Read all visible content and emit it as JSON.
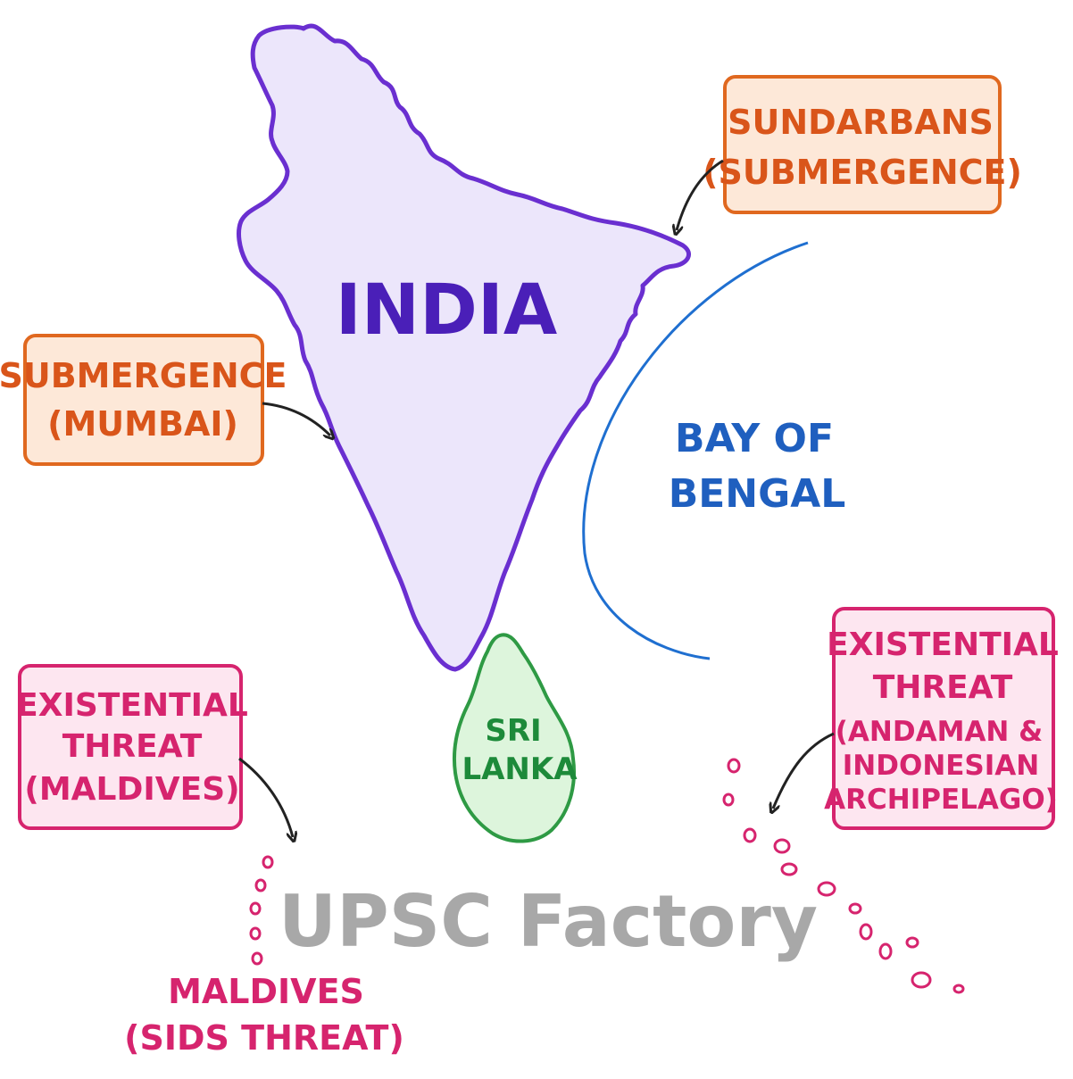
{
  "map": {
    "regions": {
      "india": "INDIA",
      "sri_lanka_line1": "SRI",
      "sri_lanka_line2": "LANKA"
    },
    "water": {
      "bay_line1": "BAY OF",
      "bay_line2": "BENGAL"
    },
    "callouts": {
      "sundarbans_line1": "SUNDARBANS",
      "sundarbans_line2": "(SUBMERGENCE)",
      "mumbai_line1": "SUBMERGENCE",
      "mumbai_line2": "(MUMBAI)",
      "maldives_threat_line1": "EXISTENTIAL",
      "maldives_threat_line2": "THREAT",
      "maldives_threat_line3": "(MALDIVES)",
      "andaman_line1": "EXISTENTIAL",
      "andaman_line2": "THREAT",
      "andaman_line3": "(ANDAMAN &",
      "andaman_line4": "INDONESIAN",
      "andaman_line5": "ARCHIPELAGO)"
    },
    "labels": {
      "maldives_line1": "MALDIVES",
      "maldives_line2": "(SIDS THREAT)"
    },
    "watermark": "UPSC Factory",
    "colors": {
      "india_fill": "#ece6fb",
      "india_stroke": "#6a2fd0",
      "srilanka_fill": "#ddf5dc",
      "srilanka_stroke": "#2e9a44",
      "orange": "#e0681f",
      "orange_fill": "#fde8d8",
      "pink": "#d6246e",
      "pink_fill": "#fde6f0",
      "bay_blue": "#1f6fd0"
    }
  }
}
